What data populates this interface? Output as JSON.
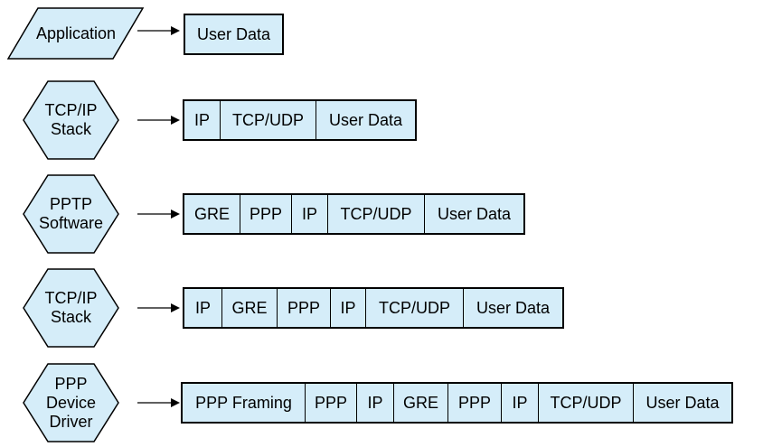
{
  "colors": {
    "canvas_bg": "#ffffff",
    "shape_fill": "#d5edf9",
    "shape_stroke": "#000000",
    "arrow_color": "#000000",
    "text_color": "#000000"
  },
  "rows": [
    {
      "stage": {
        "shape": "parallelogram",
        "lines": [
          "Application"
        ]
      },
      "cells": [
        {
          "label": "User Data"
        }
      ]
    },
    {
      "stage": {
        "shape": "hexagon",
        "lines": [
          "TCP/IP",
          "Stack"
        ]
      },
      "cells": [
        {
          "label": "IP"
        },
        {
          "label": "TCP/UDP"
        },
        {
          "label": "User Data"
        }
      ]
    },
    {
      "stage": {
        "shape": "hexagon",
        "lines": [
          "PPTP",
          "Software"
        ]
      },
      "cells": [
        {
          "label": "GRE"
        },
        {
          "label": "PPP"
        },
        {
          "label": "IP"
        },
        {
          "label": "TCP/UDP"
        },
        {
          "label": "User Data"
        }
      ]
    },
    {
      "stage": {
        "shape": "hexagon",
        "lines": [
          "TCP/IP",
          "Stack"
        ]
      },
      "cells": [
        {
          "label": "IP"
        },
        {
          "label": "GRE"
        },
        {
          "label": "PPP"
        },
        {
          "label": "IP"
        },
        {
          "label": "TCP/UDP"
        },
        {
          "label": "User Data"
        }
      ]
    },
    {
      "stage": {
        "shape": "hexagon",
        "lines": [
          "PPP",
          "Device",
          "Driver"
        ]
      },
      "cells": [
        {
          "label": "PPP Framing"
        },
        {
          "label": "PPP"
        },
        {
          "label": "IP"
        },
        {
          "label": "GRE"
        },
        {
          "label": "PPP"
        },
        {
          "label": "IP"
        },
        {
          "label": "TCP/UDP"
        },
        {
          "label": "User Data"
        }
      ]
    }
  ]
}
